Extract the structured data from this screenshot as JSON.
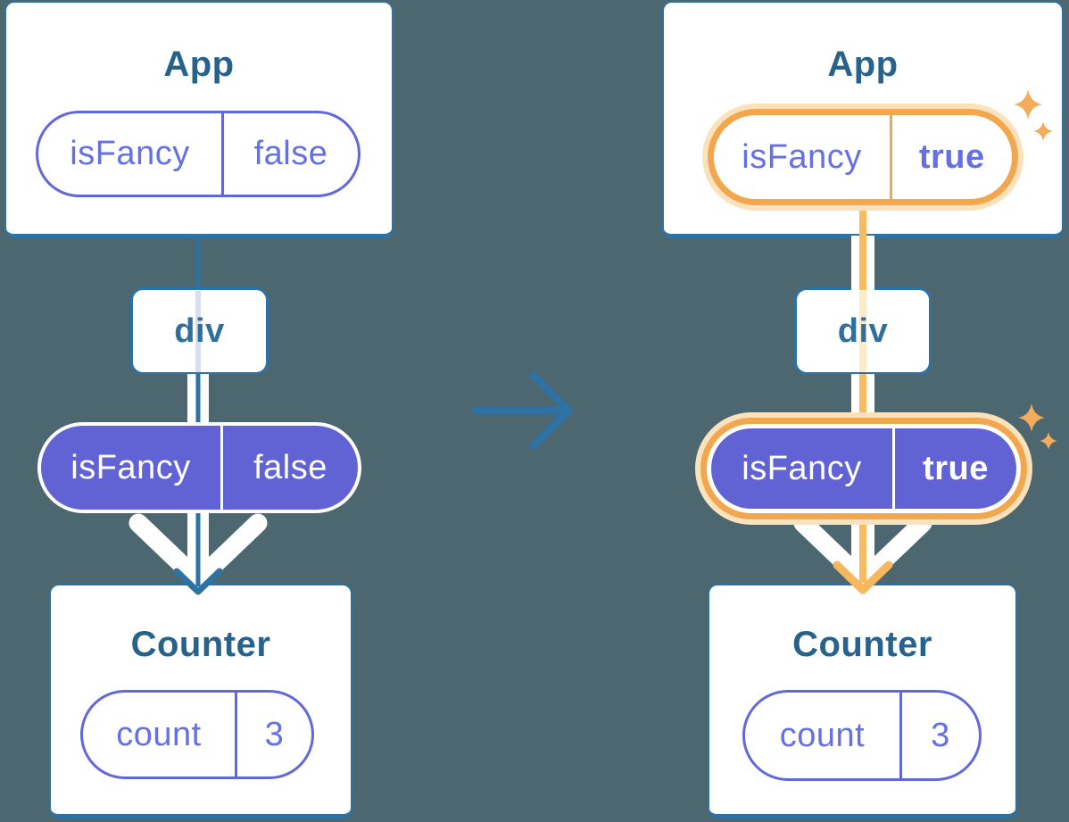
{
  "diagram_title": "isFancy prop flowing through component tree (before and after state change)",
  "colors": {
    "background": "#4C6770",
    "card_bg": "#FFFFFF",
    "card_border_blue": "#2E72A3",
    "label_text": "#26628B",
    "purple_outline": "#6068DC",
    "purple_text": "#6571E2",
    "purple_fill": "#6163D4",
    "highlight_orange": "#F2A64E",
    "highlight_orange_line": "#F8BB61",
    "highlight_halo": "#FAE3BC",
    "pale_lavender_line": "#D7DDF3",
    "pale_orange_line": "#FCEBCB",
    "sparkle": "#F3AC5B"
  },
  "transition_arrow_icon": "right-arrow",
  "left_tree": {
    "app": {
      "title": "App",
      "prop": {
        "name": "isFancy",
        "value": "false"
      }
    },
    "div": {
      "label": "div"
    },
    "passed_prop": {
      "name": "isFancy",
      "value": "false"
    },
    "counter": {
      "title": "Counter",
      "state": {
        "name": "count",
        "value": "3"
      }
    }
  },
  "right_tree": {
    "app": {
      "title": "App",
      "prop": {
        "name": "isFancy",
        "value": "true"
      }
    },
    "div": {
      "label": "div"
    },
    "passed_prop": {
      "name": "isFancy",
      "value": "true"
    },
    "counter": {
      "title": "Counter",
      "state": {
        "name": "count",
        "value": "3"
      }
    }
  }
}
